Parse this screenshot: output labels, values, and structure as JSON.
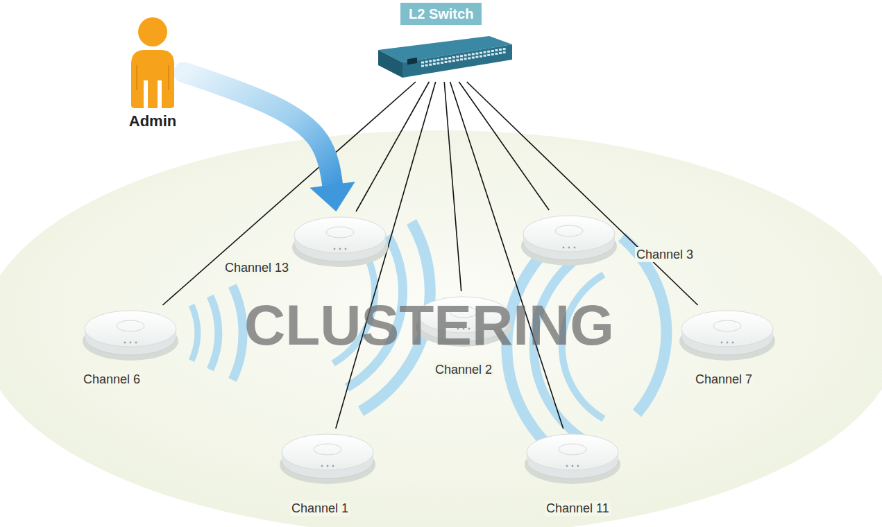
{
  "diagram": {
    "nodes": [
      {
        "text": [
          "Admin"
        ]
      },
      {
        "text": [
          "L2 Switch"
        ]
      },
      {
        "text": [
          "Channel 13"
        ]
      },
      {
        "text": [
          "Channel 3"
        ]
      },
      {
        "text": [
          "Channel 6"
        ]
      },
      {
        "text": [
          "Channel 2"
        ]
      },
      {
        "text": [
          "Channel 7"
        ]
      },
      {
        "text": [
          "Channel 1"
        ]
      },
      {
        "text": [
          "Channel 11"
        ]
      }
    ],
    "edges": [
      {
        "from": 1,
        "to": 2,
        "arrow": "none"
      },
      {
        "from": 1,
        "to": 3,
        "arrow": "none"
      },
      {
        "from": 1,
        "to": 4,
        "arrow": "none"
      },
      {
        "from": 1,
        "to": 5,
        "arrow": "none"
      },
      {
        "from": 1,
        "to": 6,
        "arrow": "none"
      },
      {
        "from": 1,
        "to": 7,
        "arrow": "none"
      },
      {
        "from": 1,
        "to": 8,
        "arrow": "none"
      },
      {
        "from": 0,
        "to": 2,
        "arrow": "to"
      }
    ],
    "labels": [
      "CLUSTERING"
    ]
  }
}
